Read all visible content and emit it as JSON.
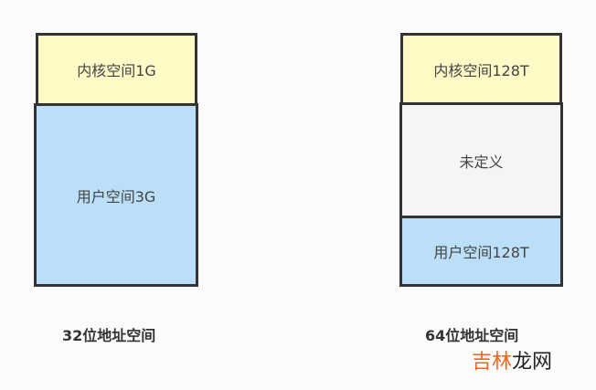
{
  "left": {
    "kernel": "内核空间1G",
    "user": "用户空间3G",
    "caption": "32位地址空间"
  },
  "right": {
    "kernel": "内核空间128T",
    "undefined": "未定义",
    "user": "用户空间128T",
    "caption": "64位地址空间"
  },
  "watermark": {
    "part1": "吉林",
    "part2": "龙网",
    "color1": "#f26522"
  }
}
